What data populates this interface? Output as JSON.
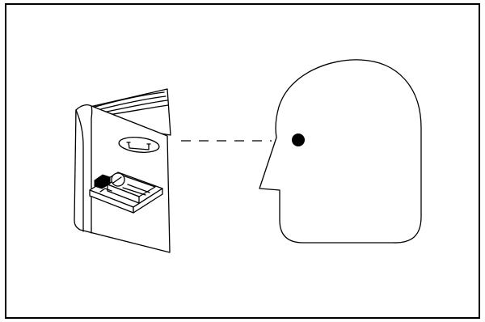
{
  "figure": {
    "subject": "read-the-manual-pictogram",
    "elements": [
      "frame",
      "manual-booklet",
      "sight-line",
      "head-profile",
      "eye"
    ],
    "ink_color": "#000000",
    "paper_color": "#ffffff",
    "sight_line_style": "dashed"
  }
}
